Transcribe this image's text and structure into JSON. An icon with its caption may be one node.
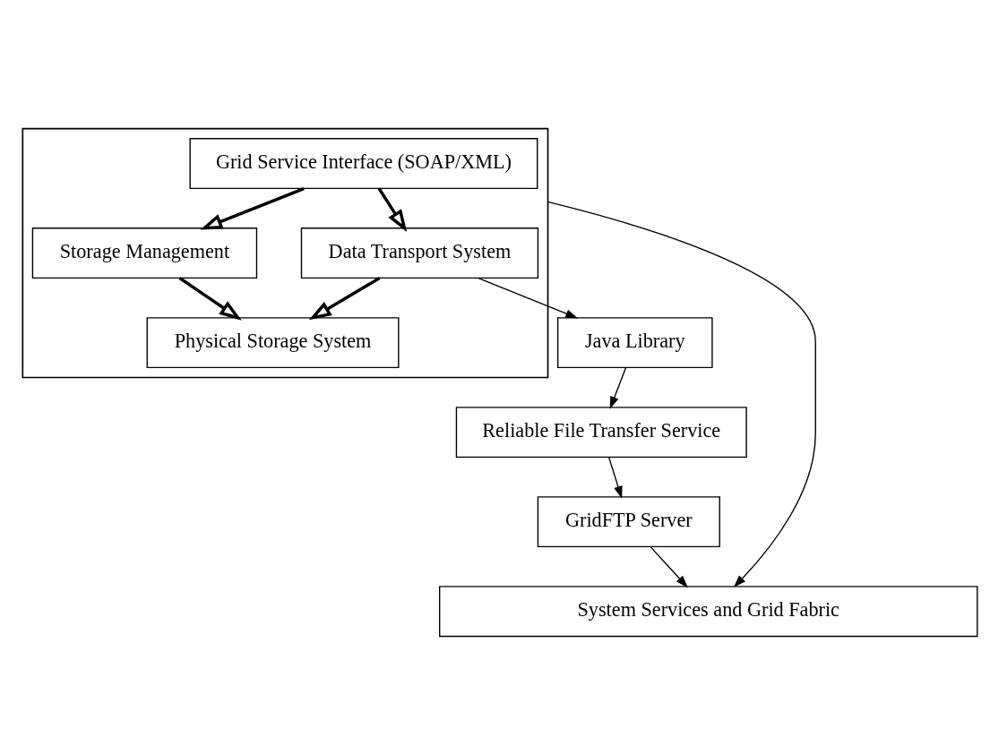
{
  "diagram": {
    "nodes": [
      {
        "text": [],
        "shape": "box"
      },
      {
        "text": [
          "Grid Service Interface (SOAP/XML)"
        ],
        "in": 0
      },
      {
        "text": [
          "Storage Management"
        ],
        "in": 0
      },
      {
        "text": [
          "Data Transport System"
        ],
        "in": 0
      },
      {
        "text": [
          "Physical Storage System"
        ],
        "in": 0
      },
      {
        "text": [
          "Java Library"
        ]
      },
      {
        "text": [
          "Reliable File Transfer Service"
        ]
      },
      {
        "text": [
          "GridFTP Server"
        ]
      },
      {
        "text": [
          "System Services and Grid Fabric"
        ]
      }
    ],
    "edges": [
      {
        "from": 1,
        "to": 2,
        "arrow": "to",
        "style": "thick"
      },
      {
        "from": 1,
        "to": 3,
        "arrow": "to",
        "style": "thick"
      },
      {
        "from": 2,
        "to": 4,
        "arrow": "to",
        "style": "thick"
      },
      {
        "from": 3,
        "to": 4,
        "arrow": "to",
        "style": "thick"
      },
      {
        "from": 0,
        "to": 8,
        "arrow": "to"
      },
      {
        "from": 3,
        "to": 5,
        "arrow": "to"
      },
      {
        "from": 5,
        "to": 6,
        "arrow": "to"
      },
      {
        "from": 6,
        "to": 7,
        "arrow": "to"
      },
      {
        "from": 7,
        "to": 8,
        "arrow": "to"
      }
    ]
  }
}
